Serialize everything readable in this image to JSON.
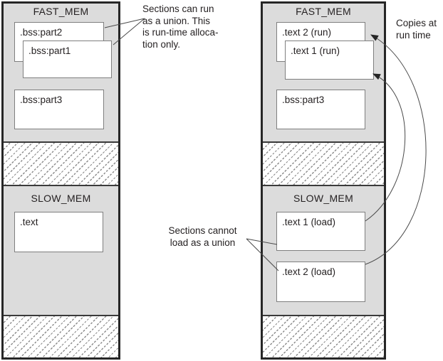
{
  "colors": {
    "column_fill": "#dcdcdc",
    "column_border": "#262626",
    "box_border": "#7f7f7f",
    "hatch_line": "#8c8c8c",
    "text": "#231f20"
  },
  "left_column": {
    "fast_mem_label": "FAST_MEM",
    "slow_mem_label": "SLOW_MEM",
    "boxes": {
      "bss_part2": ".bss:part2",
      "bss_part1": ".bss:part1",
      "bss_part3": ".bss:part3",
      "text": ".text"
    }
  },
  "right_column": {
    "fast_mem_label": "FAST_MEM",
    "slow_mem_label": "SLOW_MEM",
    "boxes": {
      "text2_run": ".text 2 (run)",
      "text1_run": ".text 1 (run)",
      "bss_part3": ".bss:part3",
      "text1_load": ".text 1 (load)",
      "text2_load": ".text 2 (load)"
    }
  },
  "annotations": {
    "run_union_note": "Sections can run\nas a union. This\nis run-time alloca-\ntion only.",
    "load_union_note": "Sections cannot\nload as a union",
    "copies_note": "Copies at\nrun time"
  }
}
